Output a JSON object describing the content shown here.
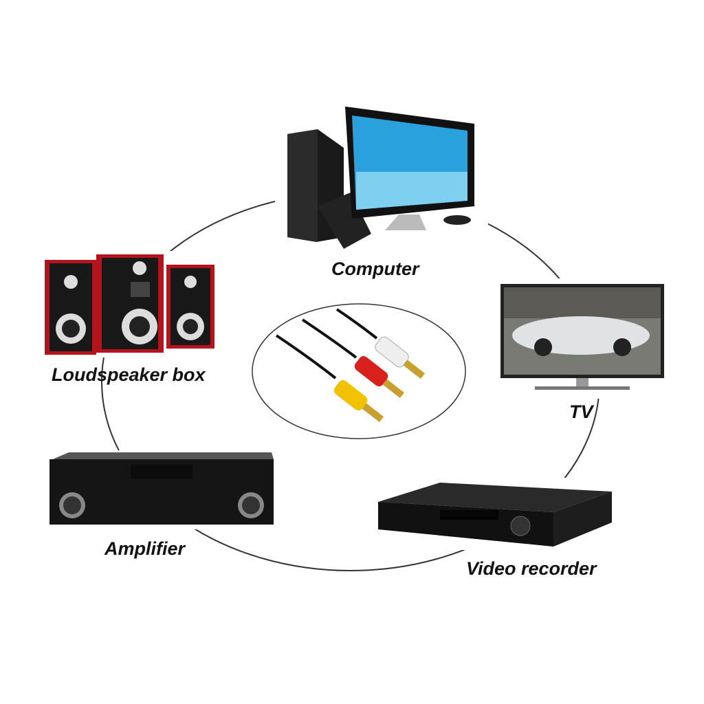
{
  "labels": {
    "computer": "Computer",
    "loudspeaker": "Loudspeaker box",
    "tv": "TV",
    "amplifier": "Amplifier",
    "video_recorder": "Video recorder"
  },
  "colors": {
    "plug_white": "#eeeeee",
    "plug_red": "#d8201c",
    "plug_yellow": "#f2c200",
    "speaker_red": "#b5141c",
    "screen_blue": "#2aa0dc"
  }
}
